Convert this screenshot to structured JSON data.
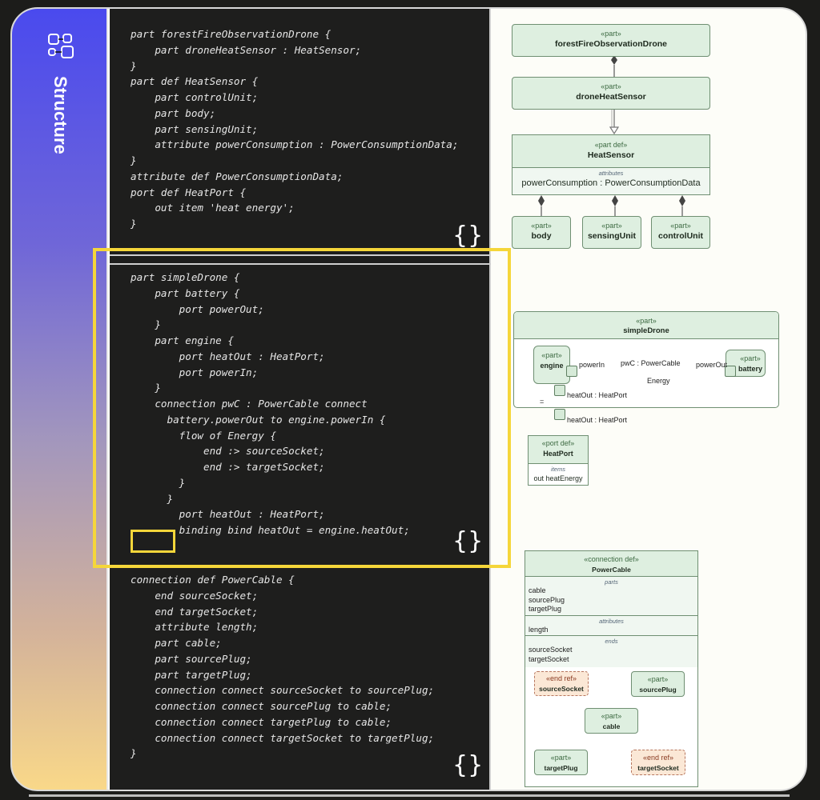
{
  "sidebar": {
    "title": "Structure",
    "icon": "structure-nodes-icon",
    "gradient_colors": [
      "#4a4aee",
      "#a296bd",
      "#f9d889"
    ]
  },
  "code": {
    "blocks": [
      {
        "text": "part forestFireObservationDrone {\n    part droneHeatSensor : HeatSensor;\n}\npart def HeatSensor {\n    part controlUnit;\n    part body;\n    part sensingUnit;\n    attribute powerConsumption : PowerConsumptionData;\n}\nattribute def PowerConsumptionData;\nport def HeatPort {\n    out item 'heat energy';\n}",
        "braces_icon": "{}"
      },
      {
        "text": "part simpleDrone {\n    part battery {\n        port powerOut;\n    }\n    part engine {\n        port heatOut : HeatPort;\n        port powerIn;\n    }\n    connection pwC : PowerCable connect\n      battery.powerOut to engine.powerIn {\n        flow of Energy {\n            end :> sourceSocket;\n            end :> targetSocket;\n        }\n      }\n        port heatOut : HeatPort;\n        binding bind heatOut = engine.heatOut;",
        "braces_icon": "{}"
      },
      {
        "text": "connection def PowerCable {\n    end sourceSocket;\n    end targetSocket;\n    attribute length;\n    part cable;\n    part sourcePlug;\n    part targetPlug;\n    connection connect sourceSocket to sourcePlug;\n    connection connect sourcePlug to cable;\n    connection connect targetPlug to cable;\n    connection connect targetSocket to targetPlug;\n}",
        "braces_icon": "{}"
      }
    ]
  },
  "highlight_color": "#f5d63a",
  "diagram": {
    "tree": {
      "root": {
        "stereo": "«part»",
        "name": "forestFireObservationDrone"
      },
      "child": {
        "stereo": "«part»",
        "name": "droneHeatSensor"
      },
      "def": {
        "stereo": "«part def»",
        "name": "HeatSensor",
        "compartment_title": "attributes",
        "attribute": "powerConsumption : PowerConsumptionData"
      },
      "parts": [
        {
          "stereo": "«part»",
          "name": "body"
        },
        {
          "stereo": "«part»",
          "name": "sensingUnit"
        },
        {
          "stereo": "«part»",
          "name": "controlUnit"
        }
      ]
    },
    "simple_drone": {
      "stereo": "«part»",
      "name": "simpleDrone",
      "engine": {
        "stereo": "«part»",
        "name": "engine"
      },
      "battery": {
        "stereo": "«part»",
        "name": "battery"
      },
      "port_power_in": "powerIn",
      "port_power_out": "powerOut",
      "connection_label": "pwC : PowerCable",
      "flow_label": "Energy",
      "inner_heat_port": "heatOut : HeatPort",
      "outer_heat_port": "heatOut : HeatPort",
      "binding_symbol": "="
    },
    "heat_port_def": {
      "stereo": "«port def»",
      "name": "HeatPort",
      "compartment_title": "items",
      "item": "out heatEnergy"
    },
    "power_cable": {
      "stereo": "«connection def»",
      "name": "PowerCable",
      "parts_title": "parts",
      "parts": [
        "cable",
        "sourcePlug",
        "targetPlug"
      ],
      "attributes_title": "attributes",
      "attributes": [
        "length"
      ],
      "ends_title": "ends",
      "ends": [
        "sourceSocket",
        "targetSocket"
      ],
      "source_socket": {
        "stereo": "«end ref»",
        "name": "sourceSocket"
      },
      "source_plug": {
        "stereo": "«part»",
        "name": "sourcePlug"
      },
      "cable": {
        "stereo": "«part»",
        "name": "cable"
      },
      "target_plug": {
        "stereo": "«part»",
        "name": "targetPlug"
      },
      "target_socket": {
        "stereo": "«end ref»",
        "name": "targetSocket"
      }
    },
    "colors": {
      "node_fill": "#deefe0",
      "node_border": "#6f8f72",
      "endref_fill": "#fbe8d6",
      "endref_border": "#b7775f"
    }
  }
}
